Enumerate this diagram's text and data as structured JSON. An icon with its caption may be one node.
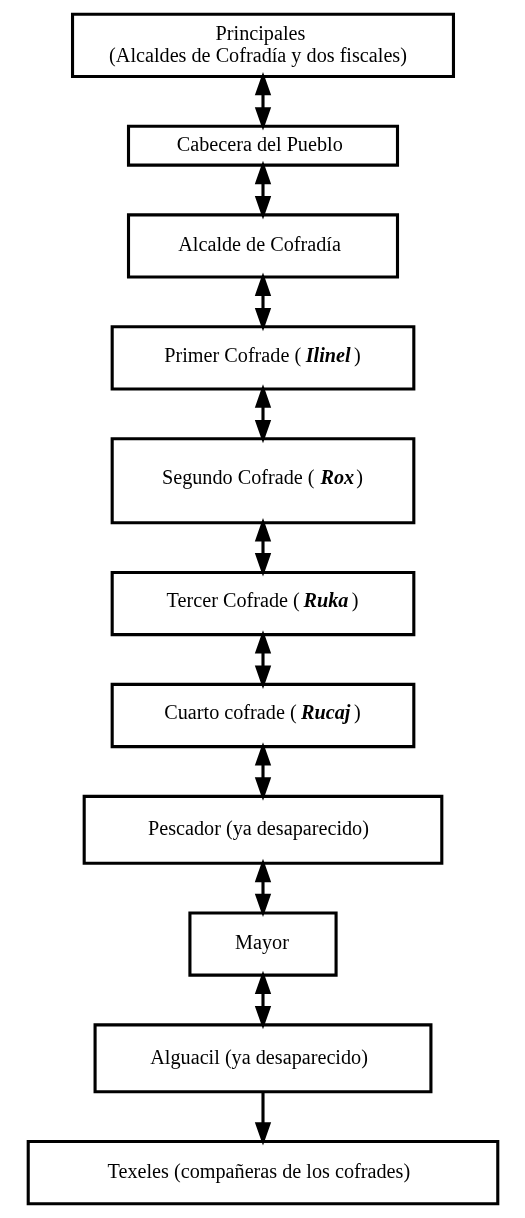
{
  "diagram": {
    "nodes": [
      {
        "text": [
          "Principales",
          "(Alcaldes de Cofradía y dos fiscales)"
        ]
      },
      {
        "text": [
          "Cabecera del Pueblo"
        ]
      },
      {
        "text": [
          "Alcalde de Cofradía"
        ]
      },
      {
        "text": [
          "Primer Cofrade (*Ilinel*)"
        ]
      },
      {
        "text": [
          "Segundo Cofrade (*Rox*)"
        ]
      },
      {
        "text": [
          "Tercer Cofrade (*Ruka*)"
        ]
      },
      {
        "text": [
          "Cuarto cofrade (*Rucaj*)"
        ]
      },
      {
        "text": [
          "Pescador (ya desaparecido)"
        ]
      },
      {
        "text": [
          "Mayor"
        ]
      },
      {
        "text": [
          "Alguacil (ya desaparecido)"
        ]
      },
      {
        "text": [
          "Texeles (compañeras de los cofrades)"
        ]
      }
    ],
    "edges": [
      {
        "from": 0,
        "to": 1,
        "arrow": "both"
      },
      {
        "from": 1,
        "to": 2,
        "arrow": "both"
      },
      {
        "from": 2,
        "to": 3,
        "arrow": "both"
      },
      {
        "from": 3,
        "to": 4,
        "arrow": "both"
      },
      {
        "from": 4,
        "to": 5,
        "arrow": "both"
      },
      {
        "from": 5,
        "to": 6,
        "arrow": "both"
      },
      {
        "from": 6,
        "to": 7,
        "arrow": "both"
      },
      {
        "from": 7,
        "to": 8,
        "arrow": "both"
      },
      {
        "from": 8,
        "to": 9,
        "arrow": "both"
      },
      {
        "from": 9,
        "to": 10,
        "arrow": "to"
      }
    ]
  }
}
